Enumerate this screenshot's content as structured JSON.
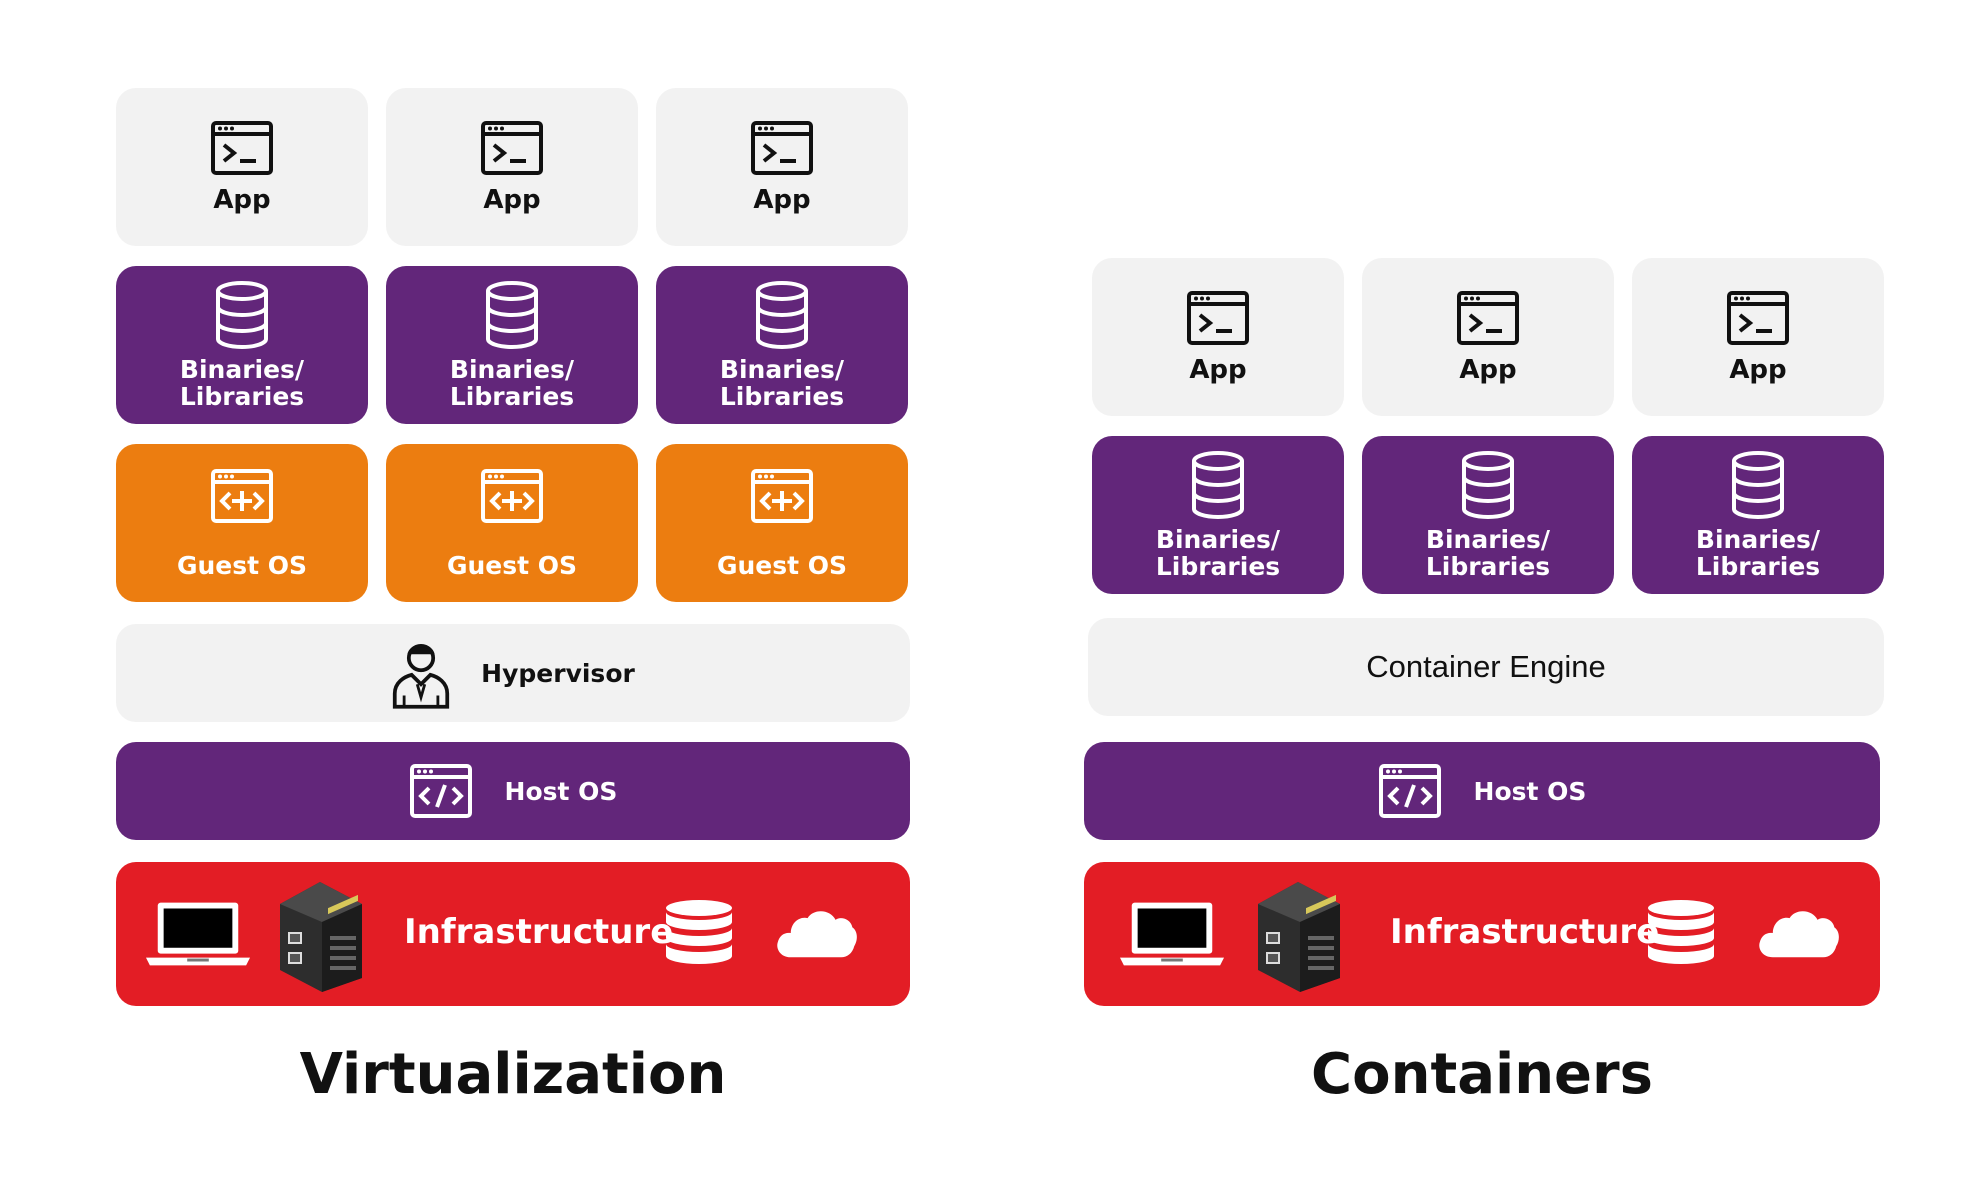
{
  "colors": {
    "app_bg": "#f2f2f2",
    "libraries": "#62267a",
    "guest_os": "#ec7d10",
    "host_os": "#62267a",
    "infrastructure": "#e31d25"
  },
  "virtualization": {
    "title": "Virtualization",
    "apps": [
      {
        "label": "App",
        "icon": "terminal-window-icon"
      },
      {
        "label": "App",
        "icon": "terminal-window-icon"
      },
      {
        "label": "App",
        "icon": "terminal-window-icon"
      }
    ],
    "libraries": [
      {
        "line1": "Binaries/",
        "line2": "Libraries",
        "icon": "database-icon"
      },
      {
        "line1": "Binaries/",
        "line2": "Libraries",
        "icon": "database-icon"
      },
      {
        "line1": "Binaries/",
        "line2": "Libraries",
        "icon": "database-icon"
      }
    ],
    "guest_os": [
      {
        "label": "Guest OS",
        "icon": "code-arrows-window-icon"
      },
      {
        "label": "Guest OS",
        "icon": "code-arrows-window-icon"
      },
      {
        "label": "Guest OS",
        "icon": "code-arrows-window-icon"
      }
    ],
    "hypervisor": {
      "label": "Hypervisor",
      "icon": "person-icon"
    },
    "host_os": {
      "label": "Host OS",
      "icon": "code-window-icon"
    },
    "infrastructure": {
      "label": "Infrastructure",
      "icons": [
        "laptop-icon",
        "hardware-device-icon",
        "database-icon",
        "cloud-icon"
      ]
    }
  },
  "containers": {
    "title": "Containers",
    "apps": [
      {
        "label": "App",
        "icon": "terminal-window-icon"
      },
      {
        "label": "App",
        "icon": "terminal-window-icon"
      },
      {
        "label": "App",
        "icon": "terminal-window-icon"
      }
    ],
    "libraries": [
      {
        "line1": "Binaries/",
        "line2": "Libraries",
        "icon": "database-icon"
      },
      {
        "line1": "Binaries/",
        "line2": "Libraries",
        "icon": "database-icon"
      },
      {
        "line1": "Binaries/",
        "line2": "Libraries",
        "icon": "database-icon"
      }
    ],
    "container_engine": {
      "label": "Container Engine"
    },
    "host_os": {
      "label": "Host OS",
      "icon": "code-window-icon"
    },
    "infrastructure": {
      "label": "Infrastructure",
      "icons": [
        "laptop-icon",
        "hardware-device-icon",
        "database-icon",
        "cloud-icon"
      ]
    }
  }
}
